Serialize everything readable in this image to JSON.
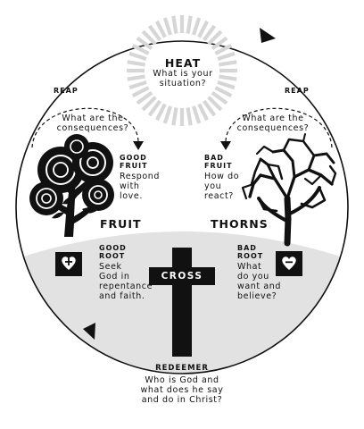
{
  "heat": {
    "title": "HEAT",
    "lines": [
      "What is your",
      "situation?"
    ]
  },
  "reap_left": {
    "title": "REAP",
    "lines": [
      "What are the",
      "consequences?"
    ]
  },
  "reap_right": {
    "title": "REAP",
    "lines": [
      "What are the",
      "consequences?"
    ]
  },
  "good_fruit": {
    "title_lines": [
      "GOOD",
      "FRUIT"
    ],
    "lines": [
      "Respond",
      "with",
      "love."
    ]
  },
  "bad_fruit": {
    "title_lines": [
      "BAD",
      "FRUIT"
    ],
    "lines": [
      "How do",
      "you",
      "react?"
    ]
  },
  "fruit_label": "FRUIT",
  "thorns_label": "THORNS",
  "good_root": {
    "title_lines": [
      "GOOD",
      "ROOT"
    ],
    "lines": [
      "Seek",
      "God in",
      "repentance",
      "and faith."
    ]
  },
  "bad_root": {
    "title_lines": [
      "BAD",
      "ROOT"
    ],
    "lines": [
      "What",
      "do you",
      "want and",
      "believe?"
    ]
  },
  "cross_label": "CROSS",
  "redeemer": {
    "title": "REDEEMER",
    "lines": [
      "Who is God and",
      "what does he say",
      "and do in Christ?"
    ]
  },
  "colors": {
    "ink": "#111111",
    "ground": "#e2e2e2",
    "sun": "#d6d6d6",
    "white": "#ffffff"
  },
  "icons": {
    "good_root_box": "heart-plus-icon",
    "bad_root_box": "heart-minus-icon"
  }
}
